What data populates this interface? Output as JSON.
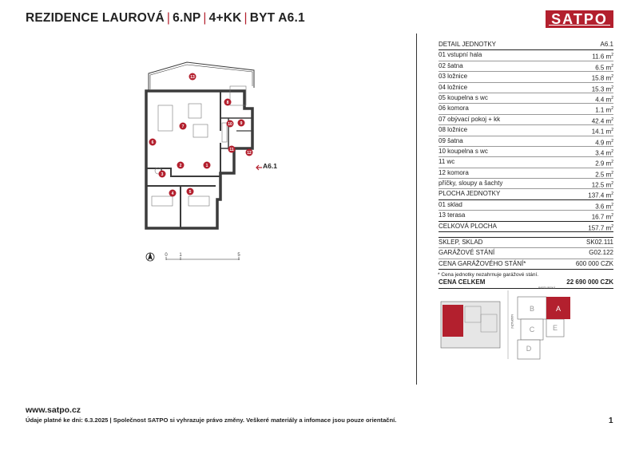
{
  "header": {
    "project": "REZIDENCE LAUROVÁ",
    "floor": "6.NP",
    "layout": "4+KK",
    "unit": "BYT A6.1",
    "separator": "|",
    "logo_text": "SATPO"
  },
  "plan": {
    "unit_label": "A6.1",
    "room_numbers": [
      "1",
      "2",
      "3",
      "4",
      "5",
      "6",
      "7",
      "8",
      "9",
      "10",
      "11",
      "12",
      "13"
    ],
    "scale_ticks": [
      "0",
      "1",
      "5"
    ],
    "north_letter": "N"
  },
  "detail": {
    "header_label": "DETAIL JEDNOTKY",
    "header_value": "A6.1",
    "unit_m2": "m",
    "unit_sup": "2",
    "rooms": [
      {
        "name": "01 vstupní hala",
        "area": "11.6"
      },
      {
        "name": "02 šatna",
        "area": "6.5"
      },
      {
        "name": "03 ložnice",
        "area": "15.8"
      },
      {
        "name": "04 ložnice",
        "area": "15.3"
      },
      {
        "name": "05 koupelna s wc",
        "area": "4.4"
      },
      {
        "name": "06 komora",
        "area": "1.1"
      },
      {
        "name": "07 obývací pokoj + kk",
        "area": "42.4"
      },
      {
        "name": "08 ložnice",
        "area": "14.1"
      },
      {
        "name": "09 šatna",
        "area": "4.9"
      },
      {
        "name": "10 koupelna s wc",
        "area": "3.4"
      },
      {
        "name": "11 wc",
        "area": "2.9"
      },
      {
        "name": "12 komora",
        "area": "2.5"
      },
      {
        "name": "příčky, sloupy a šachty",
        "area": "12.5"
      }
    ],
    "unit_area": {
      "name": "PLOCHA JEDNOTKY",
      "area": "137.4"
    },
    "extras": [
      {
        "name": "01 sklad",
        "area": "3.6"
      },
      {
        "name": "13 terasa",
        "area": "16.7"
      }
    ],
    "total_area": {
      "name": "CELKOVÁ PLOCHA",
      "area": "157.7"
    },
    "storage": {
      "label": "SKLEP, SKLAD",
      "value": "SK02.111"
    },
    "garage": {
      "label": "GARÁŽOVÉ STÁNÍ",
      "value": "G02.122"
    },
    "garage_price": {
      "label": "CENA GARÁŽOVÉHO STÁNÍ*",
      "value": "600 000 CZK"
    },
    "total_price": {
      "label": "CENA CELKEM",
      "value": "22 690 000 CZK"
    },
    "note": "* Cena jednotky nezahrnuje garážové stání."
  },
  "keymap": {
    "blocks": [
      "A",
      "B",
      "C",
      "D",
      "E"
    ],
    "street_top": "PARDUBSKÁ",
    "street_side": "NÁDRAŽNÍ"
  },
  "footer": {
    "url": "www.satpo.cz",
    "disclaimer": "Údaje platné ke dni: 6.3.2025 | Společnost SATPO si vyhrazuje právo změny. Veškeré materiály a infomace jsou pouze orientační.",
    "page": "1"
  },
  "colors": {
    "brand": "#b3202e",
    "text": "#222222",
    "wall": "#3b3b3b"
  }
}
